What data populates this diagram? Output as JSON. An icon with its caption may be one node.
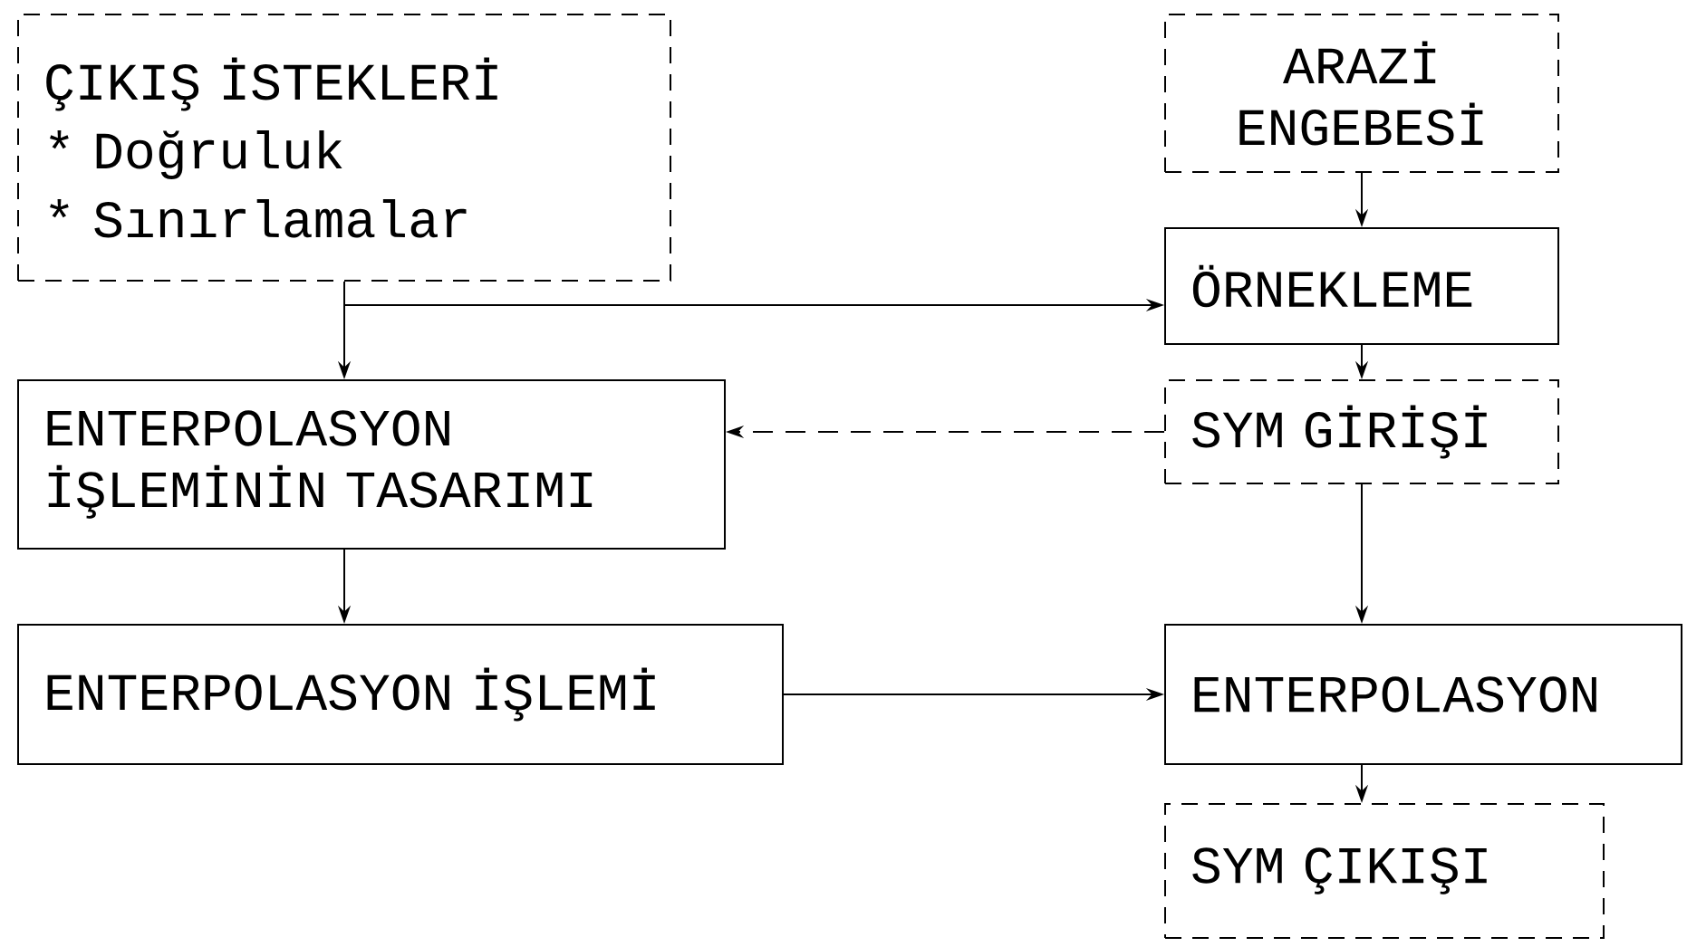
{
  "diagram": {
    "nodes": [
      {
        "text": [
          "ÇIKIŞ İSTEKLERİ",
          "* Doğruluk",
          "* Sınırlamalar"
        ]
      },
      {
        "text": [
          "ARAZİ ENGEBESİ"
        ]
      },
      {
        "text": [
          "ÖRNEKLEME"
        ]
      },
      {
        "text": [
          "ENTERPOLASYON İŞLEMİNİN TASARIMI"
        ]
      },
      {
        "text": [
          "SYM GİRİŞİ"
        ]
      },
      {
        "text": [
          "ENTERPOLASYON İŞLEMİ"
        ]
      },
      {
        "text": [
          "ENTERPOLASYON"
        ]
      },
      {
        "text": [
          "SYM ÇIKIŞI"
        ]
      }
    ],
    "edges": [
      {
        "from": 0,
        "to": 3,
        "arrow": "to"
      },
      {
        "from": 0,
        "to": 2,
        "arrow": "to"
      },
      {
        "from": 1,
        "to": 2,
        "arrow": "to"
      },
      {
        "from": 2,
        "to": 4,
        "arrow": "to"
      },
      {
        "from": 4,
        "to": 3,
        "arrow": "to",
        "style": "dashed"
      },
      {
        "from": 3,
        "to": 5,
        "arrow": "to"
      },
      {
        "from": 4,
        "to": 6,
        "arrow": "to"
      },
      {
        "from": 5,
        "to": 6,
        "arrow": "to"
      },
      {
        "from": 6,
        "to": 7,
        "arrow": "to"
      }
    ]
  }
}
